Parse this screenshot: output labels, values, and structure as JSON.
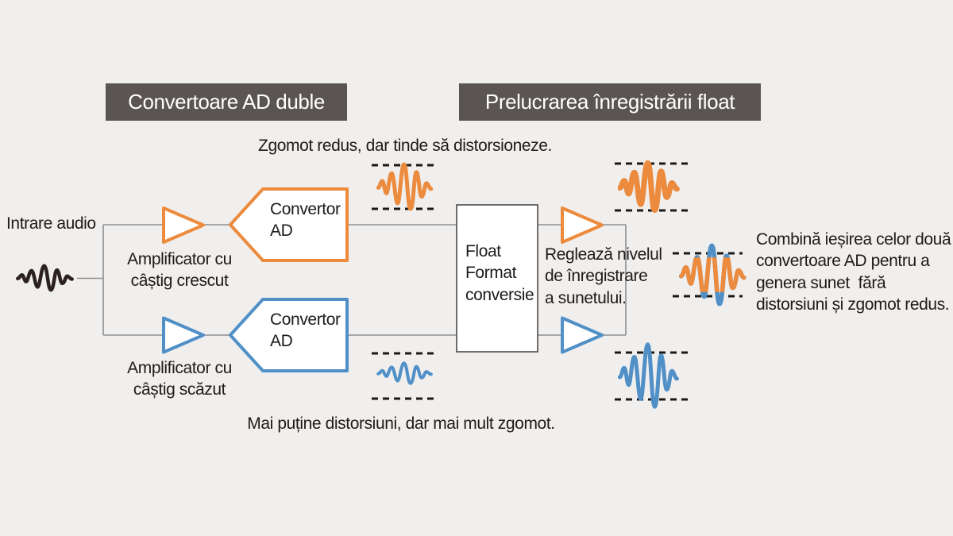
{
  "colors": {
    "background": "#f0efee",
    "header_bar": "#5a5553",
    "orange": "#ec8b3d",
    "blue": "#5090c7",
    "input_wave_dark": "#2b211e",
    "connector_gray": "#8f8f8f",
    "text": "#1e1b1a"
  },
  "headers": {
    "left_bar": "Convertoare AD duble",
    "right_bar": "Prelucrarea înregistrării float"
  },
  "notes": {
    "top": "Zgomot redus, dar tinde să distorsioneze.",
    "bottom": "Mai puține distorsiuni, dar mai mult zgomot.",
    "level": "Reglează nivelul\nde înregistrare\na sunetului.",
    "combine": "Combină ieșirea celor două\nconvertoare AD pentru a\ngenera sunet  fără\ndistorsiuni și zgomot redus."
  },
  "nodes": {
    "input_label": "Intrare audio",
    "amp_high": "Amplificator cu\ncâștig crescut",
    "amp_low": "Amplificator cu\ncâștig scăzut",
    "adc_top": "Convertor\nAD",
    "adc_bottom": "Convertor\nAD",
    "float_box": "Float\nFormat\nconversie"
  },
  "icons": {
    "input_waveform_icon": "small dark audio squiggle",
    "high_gain_wave_icon": "orange waveform touching clip limits",
    "high_gain_float_wave_icon": "orange waveform filling limits after float processing",
    "low_gain_wave_icon": "small blue waveform with headroom",
    "low_gain_float_wave_icon": "blue waveform exceeding limits after float processing",
    "combined_wave_icon": "combined orange and blue waveform",
    "amplifier_icon": "triangle amplifier symbol",
    "adc_pentagon_icon": "left-pointing pentagon converter block"
  }
}
